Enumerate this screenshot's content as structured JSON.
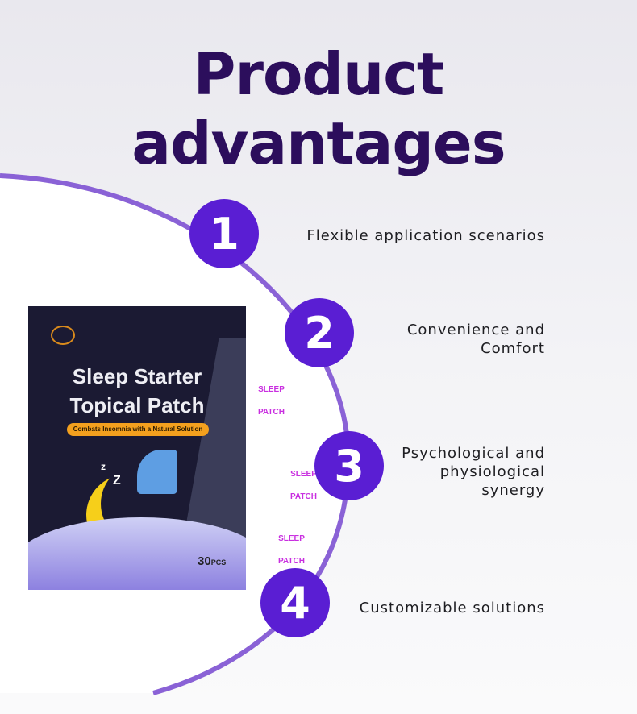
{
  "title": {
    "line1": "Product",
    "line2": "advantages"
  },
  "colors": {
    "title": "#2c0e5c",
    "accent": "#5a1ed3",
    "arc": "#8a62d6"
  },
  "product": {
    "title_line1": "Sleep Starter",
    "title_line2": "Topical Patch",
    "tagline": "Combats Insomnia with a Natural Solution",
    "patch_word1": "SLEEP",
    "patch_word2": "PATCH",
    "count": "30",
    "count_unit": "PCS"
  },
  "advantages": [
    {
      "number": "1",
      "text": "Flexible application scenarios"
    },
    {
      "number": "2",
      "text": "Convenience and Comfort"
    },
    {
      "number": "3",
      "text": "Psychological and physiological synergy"
    },
    {
      "number": "4",
      "text": "Customizable solutions"
    }
  ]
}
